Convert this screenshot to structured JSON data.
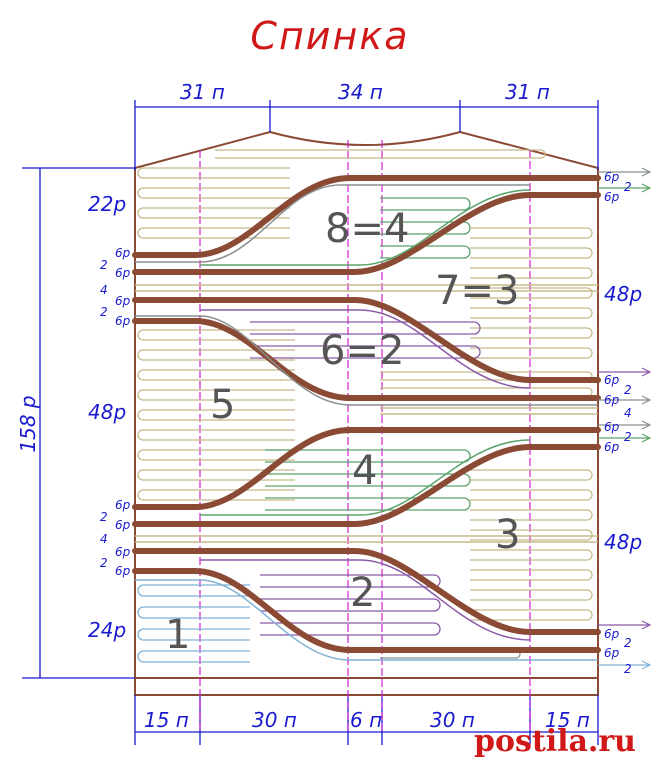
{
  "title": "Спинка",
  "top_dims": [
    "31 п",
    "34 п",
    "31 п"
  ],
  "bottom_dims": [
    "15 п",
    "30 п",
    "6 п",
    "30 п",
    "15 п"
  ],
  "height_dim": "158 р",
  "left_rows": [
    "22р",
    "48р",
    "24р"
  ],
  "right_rows": [
    "48р",
    "48р"
  ],
  "zones": [
    "1",
    "2",
    "3",
    "4",
    "5",
    "6=2",
    "7=3",
    "8=4"
  ],
  "row_marks": {
    "six": "6р",
    "two": "2",
    "four": "4"
  },
  "watermark": "postila.ru",
  "colors": {
    "brown": "#8b4a33",
    "blue": "#1a1ad0",
    "red": "#d01818",
    "magenta": "#d020d0",
    "tan": "#c8b98a",
    "green": "#5aa36a",
    "purple": "#8a5aa8",
    "lightblue": "#7fb2d6",
    "gray": "#8a8f8f"
  }
}
